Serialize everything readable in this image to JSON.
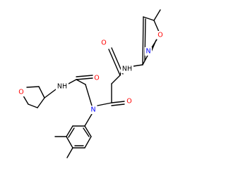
{
  "colors": {
    "background": "#ffffff",
    "bond": "#000000",
    "oxygen": "#ff0000",
    "nitrogen": "#0000ff",
    "nh": "#000000"
  },
  "atoms": {
    "o_oxolane": "O",
    "nh_left": "NH",
    "o_amide_left": "O",
    "n_tertiary": "N",
    "o_amide_right": "O",
    "o_amide_top": "O",
    "nh_right": "NH",
    "n_isoxazole": "N",
    "o_isoxazole": "O"
  }
}
